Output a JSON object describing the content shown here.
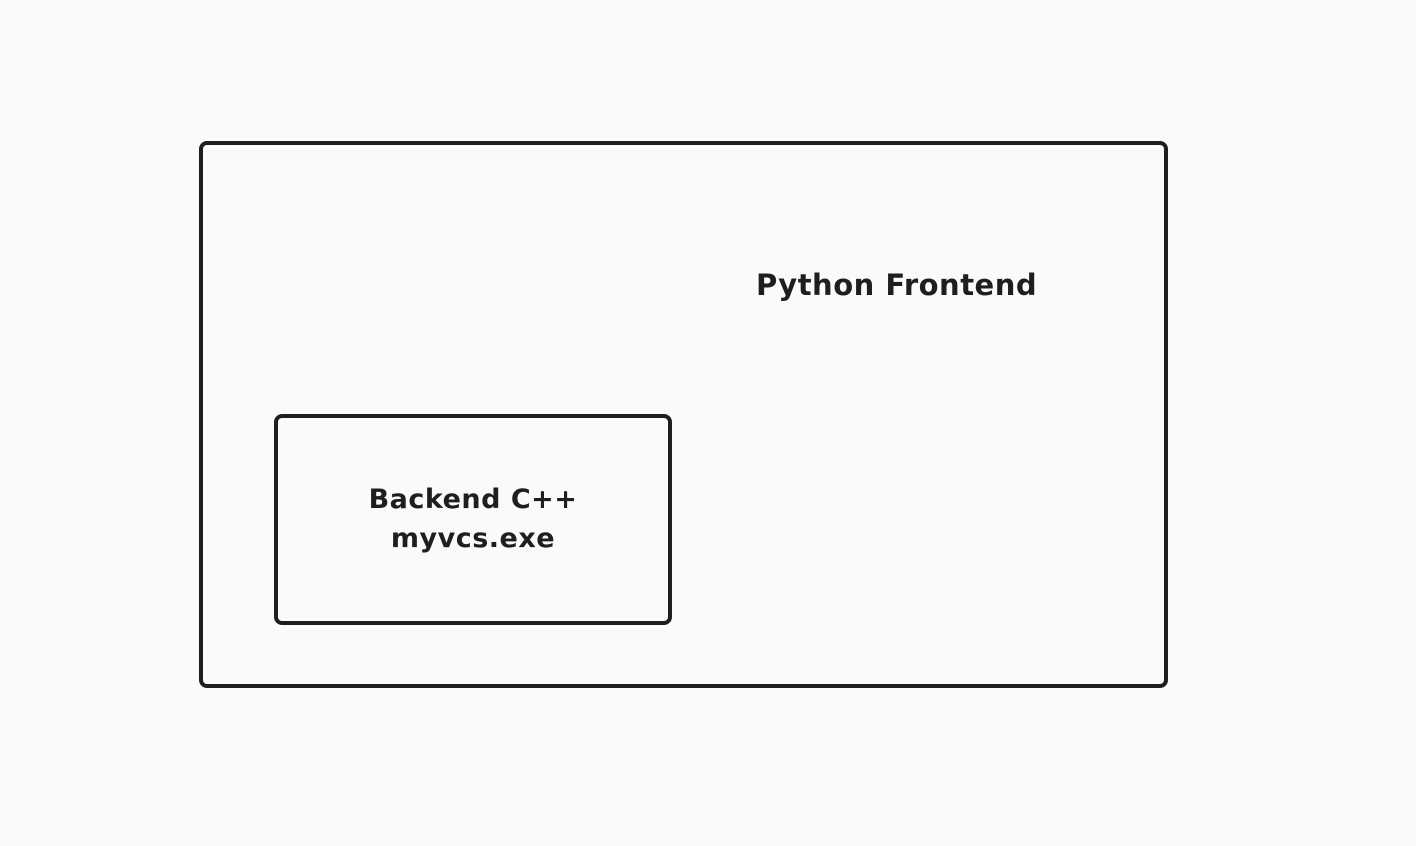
{
  "diagram": {
    "frontend": {
      "label": "Python Frontend"
    },
    "backend": {
      "label_line_1": "Backend C++",
      "label_line_2": "myvcs.exe"
    }
  }
}
